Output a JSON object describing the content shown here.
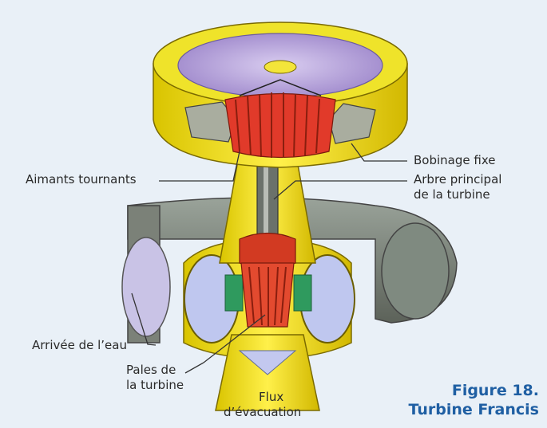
{
  "labels": {
    "bobinage_fixe": "Bobinage fixe",
    "aimants_tournants": "Aimants tournants",
    "arbre_line1": "Arbre principal",
    "arbre_line2": "de la turbine",
    "arrivee_eau": "Arrivée de l’eau",
    "pales_line1": "Pales de",
    "pales_line2": "la turbine",
    "flux_line1": "Flux",
    "flux_line2": "d’évacuation"
  },
  "caption": {
    "number": "Figure 18.",
    "title": "Turbine Francis"
  },
  "colors": {
    "background": "#e9f0f7",
    "caption": "#1f5fa3",
    "yellow": "#f2e21a",
    "red": "#e0402a",
    "violet": "#b29ad8",
    "grey": "#8a8f86",
    "green": "#3aa46a"
  }
}
